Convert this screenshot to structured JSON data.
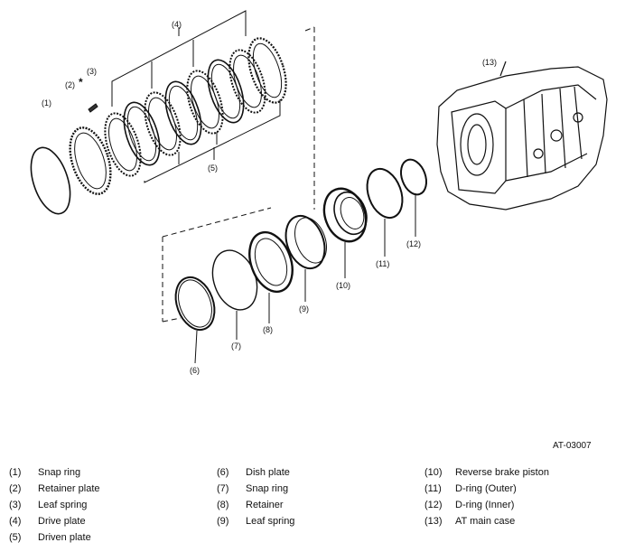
{
  "figure_code": "AT-03007",
  "callouts": [
    "(1)",
    "(2)",
    "(3)",
    "(4)",
    "(5)",
    "(6)",
    "(7)",
    "(8)",
    "(9)",
    "(10)",
    "(11)",
    "(12)",
    "(13)"
  ],
  "asterisk": "*",
  "legend": {
    "col1": [
      {
        "num": "(1)",
        "label": "Snap ring"
      },
      {
        "num": "(2)",
        "label": "Retainer plate"
      },
      {
        "num": "(3)",
        "label": "Leaf spring"
      },
      {
        "num": "(4)",
        "label": "Drive plate"
      },
      {
        "num": "(5)",
        "label": "Driven plate"
      }
    ],
    "col2": [
      {
        "num": "(6)",
        "label": "Dish plate"
      },
      {
        "num": "(7)",
        "label": "Snap ring"
      },
      {
        "num": "(8)",
        "label": "Retainer"
      },
      {
        "num": "(9)",
        "label": "Leaf spring"
      }
    ],
    "col3": [
      {
        "num": "(10)",
        "label": "Reverse brake piston"
      },
      {
        "num": "(11)",
        "label": "D-ring (Outer)"
      },
      {
        "num": "(12)",
        "label": "D-ring (Inner)"
      },
      {
        "num": "(13)",
        "label": "AT main case"
      }
    ]
  }
}
